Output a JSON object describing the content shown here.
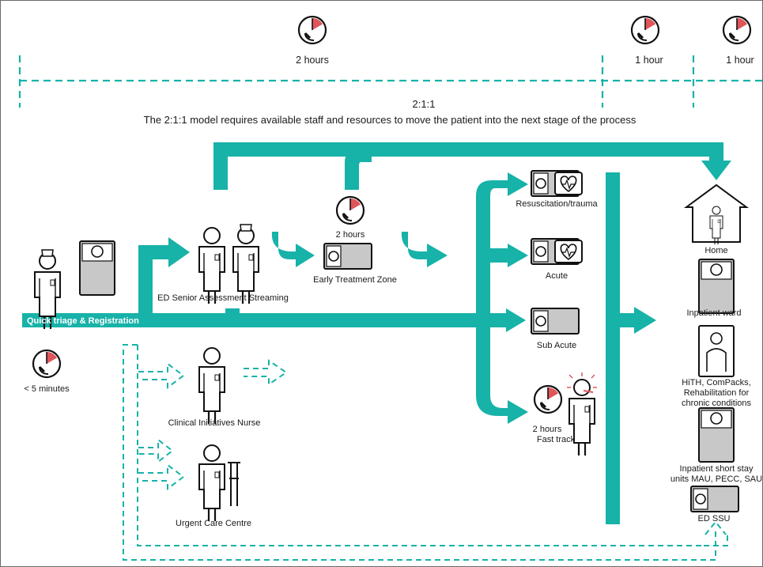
{
  "timeline": {
    "stage1_time": "2 hours",
    "stage2_time": "1 hour",
    "stage3_time": "1 hour",
    "ratio": "2:1:1",
    "description": "The 2:1:1 model requires available staff and resources to move the patient into the next stage of the process"
  },
  "stages": {
    "quick_triage": "Quick triage & Registration",
    "triage_time": "< 5 minutes",
    "ed_senior": "ED Senior Assessment Streaming",
    "early_treatment_time": "2 hours",
    "early_treatment": "Early Treatment Zone",
    "clinical_nurse": "Clinical Initiatives Nurse",
    "urgent_care": "Urgent Care Centre"
  },
  "treatment_areas": {
    "resus": "Resuscitation/trauma",
    "acute": "Acute",
    "sub_acute": "Sub Acute",
    "fast_track_time": "2 hours",
    "fast_track": "Fast track"
  },
  "destinations": {
    "home": "Home",
    "inpatient_ward": "Inpatient ward",
    "hith_line1": "HiTH, ComPacks,",
    "hith_line2": "Rehabilitation for",
    "hith_line3": "chronic conditions",
    "short_stay_line1": "Inpatient short stay",
    "short_stay_line2": "units MAU, PECC, SAU",
    "ed_ssu": "ED SSU"
  },
  "colors": {
    "teal": "#17b2a8",
    "clock_red": "#e0555a",
    "bed_grey": "#c8c8c8"
  },
  "icons": [
    "clock-icon",
    "nurse-icon",
    "doctor-icon",
    "bed-icon",
    "house-icon",
    "crutch-icon"
  ]
}
